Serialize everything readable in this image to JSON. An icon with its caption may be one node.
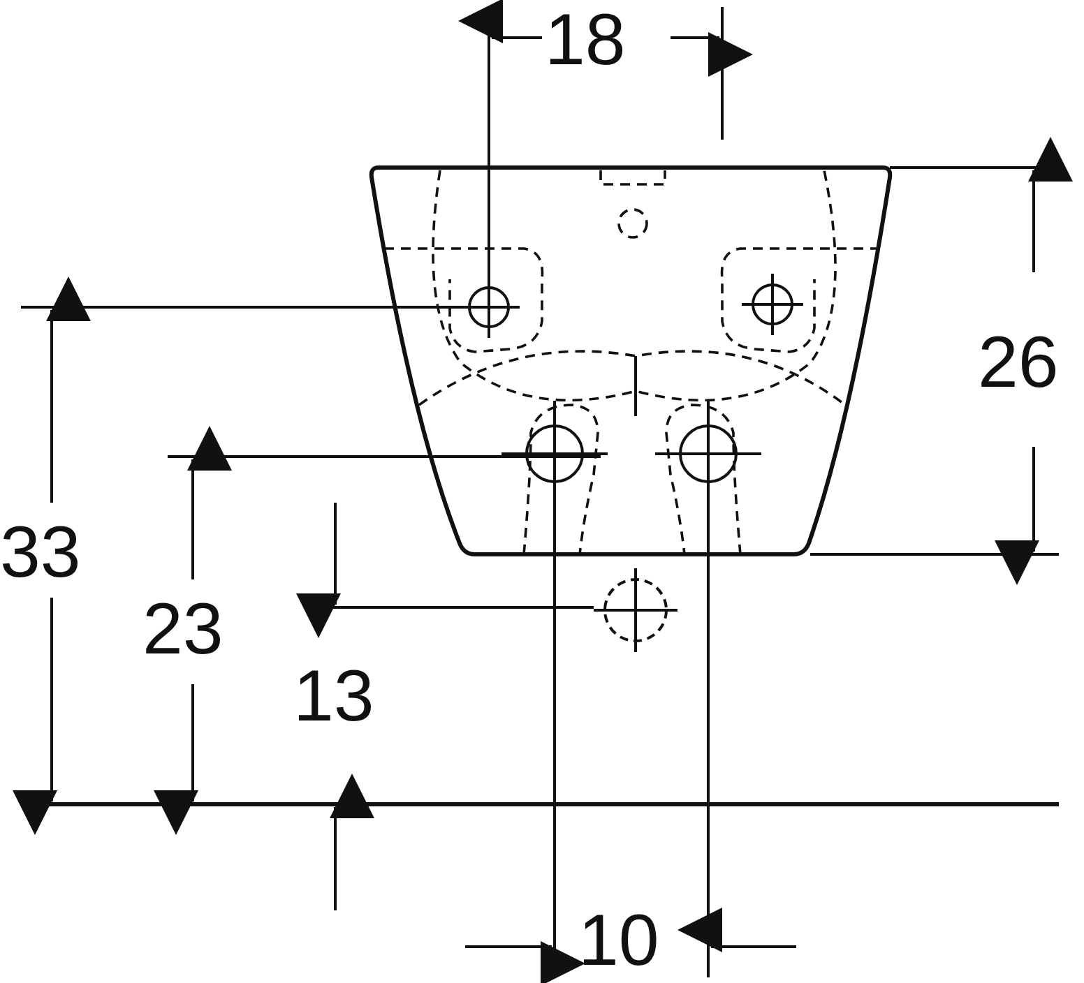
{
  "diagram": {
    "labels": [
      "18",
      "26",
      "33",
      "23",
      "13",
      "10"
    ]
  }
}
